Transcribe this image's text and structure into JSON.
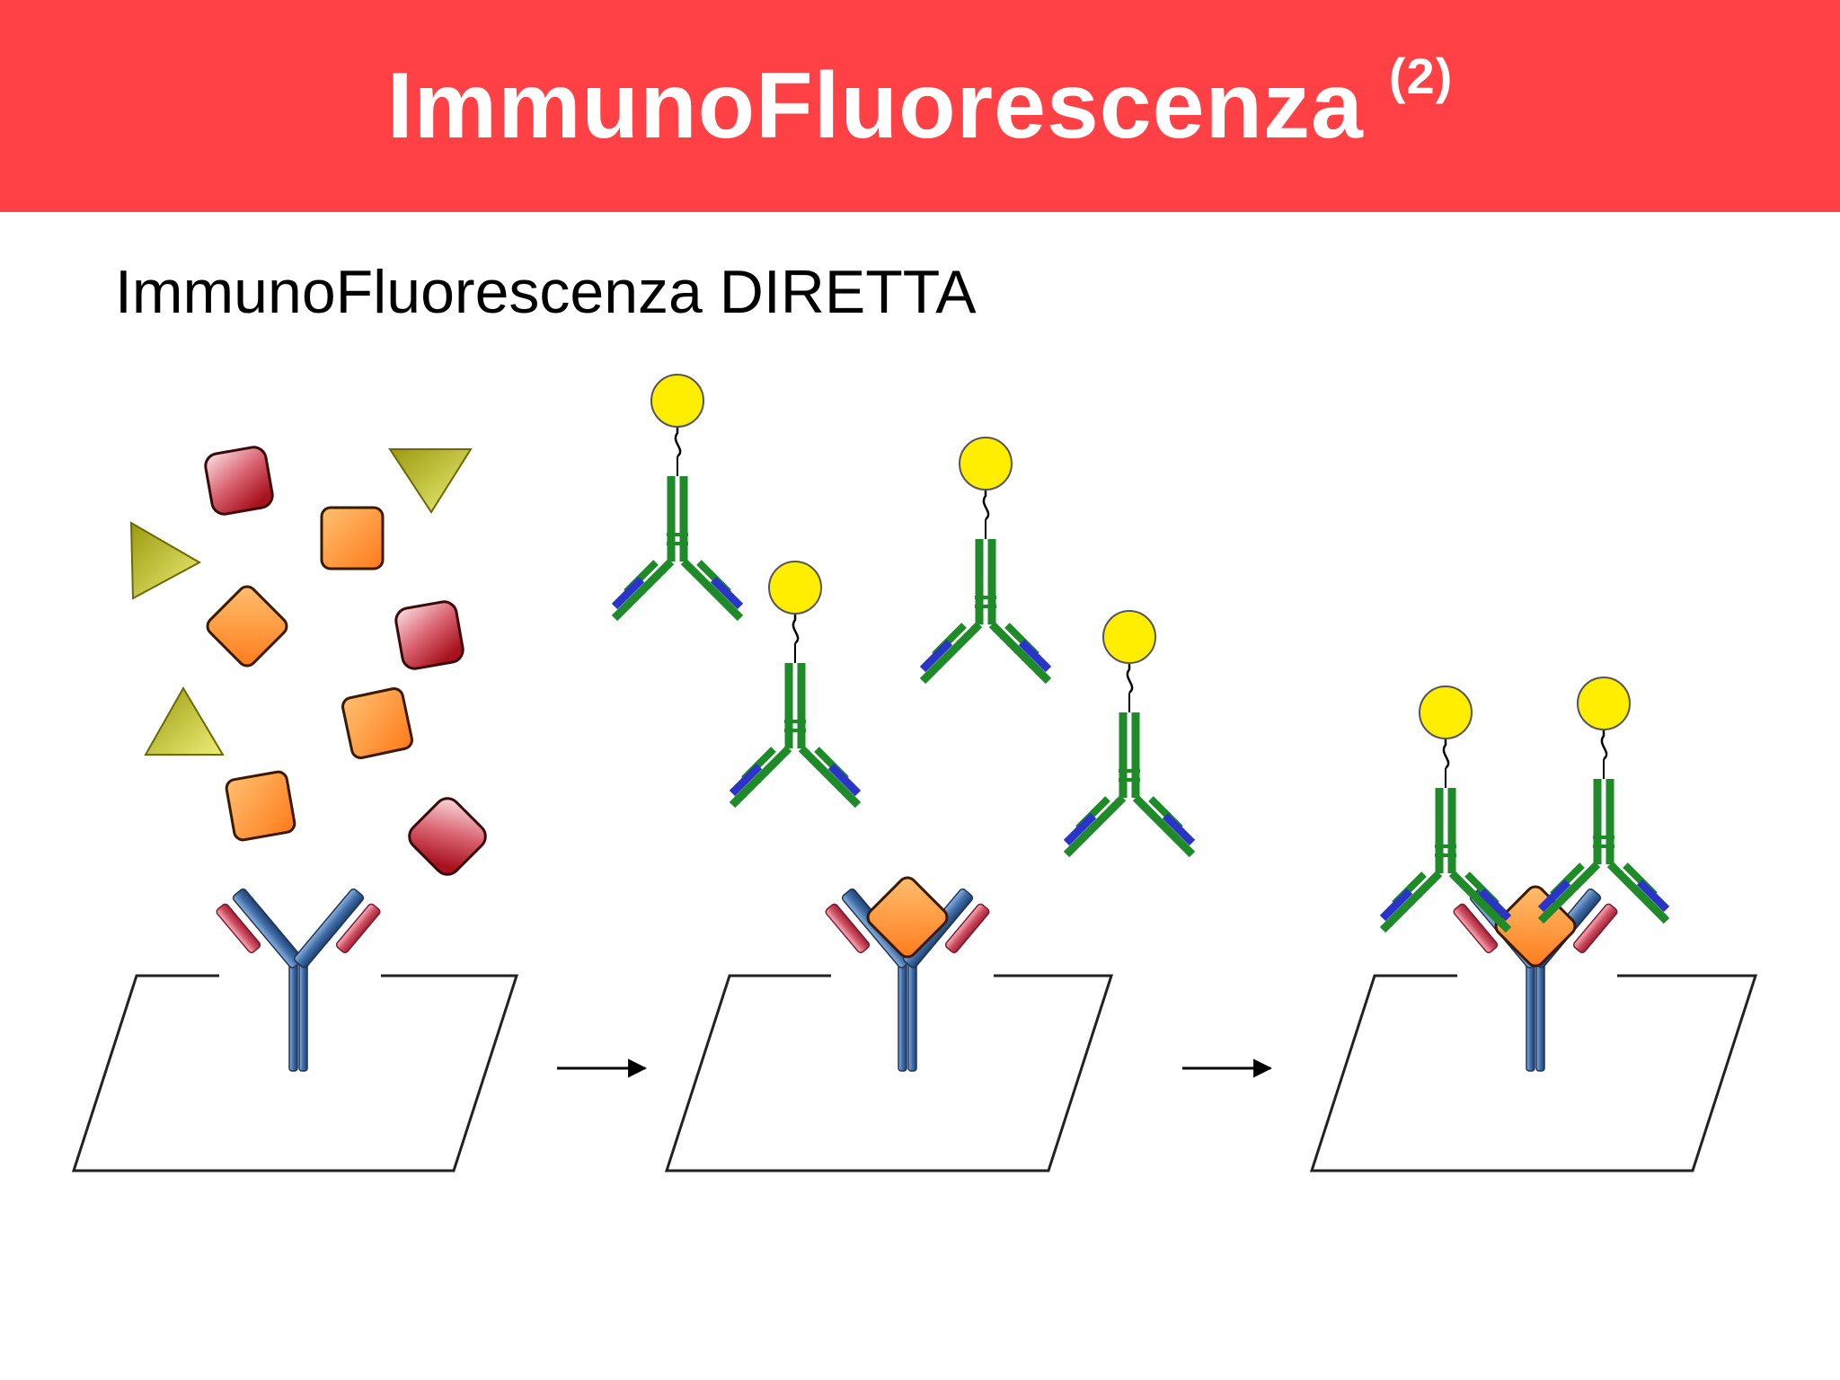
{
  "slide": {
    "title": "ImmunoFluorescenza",
    "title_superscript": "(2)",
    "subtitle": "ImmunoFluorescenza DIRETTA"
  },
  "colors": {
    "header_background": "#ff4146",
    "header_text": "#ffffff",
    "primary_antibody_heavy": "#3f6ea8",
    "primary_antibody_light": "#d24f62",
    "secondary_antibody_heavy": "#1e8a28",
    "secondary_antibody_light": "#2a35c8",
    "fluorophore": "#ffee00",
    "antigen_orange": "#ff8c2a",
    "antigen_red": "#c8283a",
    "antigen_yellow": "#c8c820"
  },
  "diagram": {
    "steps": 3,
    "labeled_antibodies_in_solution": 4,
    "labeled_antibodies_bound": 2
  }
}
